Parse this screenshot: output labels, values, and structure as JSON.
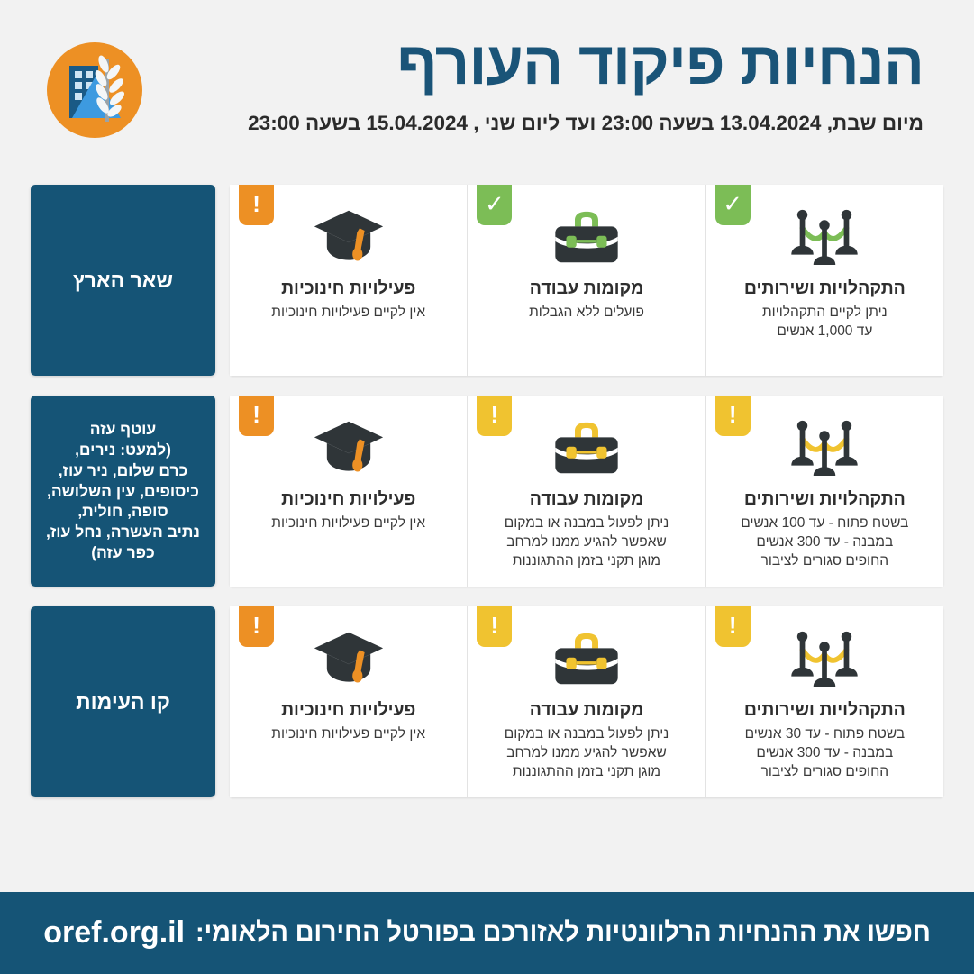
{
  "header": {
    "title": "הנחיות פיקוד העורף",
    "subtitle": "מיום שבת, 13.04.2024 בשעה 23:00 ועד ליום שני , 15.04.2024 בשעה 23:00",
    "logo_icon": "home-front-command-logo-icon"
  },
  "colors": {
    "brand_blue": "#155476",
    "title_blue": "#1a5478",
    "orange": "#ed9024",
    "yellow": "#f0c330",
    "green": "#7cbd56",
    "page_bg": "#f2f2f2",
    "card_bg": "#ffffff",
    "dark_icon": "#2f3538"
  },
  "rows": [
    {
      "region_label": "שאר הארץ",
      "region_size": "big",
      "cards": [
        {
          "icon": "people-stanchions-icon",
          "icon_accent": "#7cbd56",
          "title": "התקהלויות ושירותים",
          "desc": "ניתן לקיים התקהלויות\nעד 1,000 אנשים",
          "status": "allowed",
          "badge_glyph": "✓",
          "badge_color": "#7cbd56",
          "badge_name": "check-badge-icon"
        },
        {
          "icon": "briefcase-icon",
          "icon_accent": "#7cbd56",
          "title": "מקומות עבודה",
          "desc": "פועלים ללא הגבלות",
          "status": "allowed",
          "badge_glyph": "✓",
          "badge_color": "#7cbd56",
          "badge_name": "check-badge-icon"
        },
        {
          "icon": "graduation-cap-icon",
          "icon_accent": "#ed9024",
          "title": "פעילויות חינוכיות",
          "desc": "אין לקיים פעילויות חינוכיות",
          "status": "warning",
          "badge_glyph": "!",
          "badge_color": "#ed9024",
          "badge_name": "exclamation-badge-icon"
        }
      ]
    },
    {
      "region_label": "עוטף עזה\n(למעט: נירים,\nכרם שלום, ניר עוז,\nכיסופים, עין השלושה,\nסופה, חולית,\nנתיב העשרה, נחל עוז,\nכפר עזה)",
      "region_size": "small",
      "cards": [
        {
          "icon": "people-stanchions-icon",
          "icon_accent": "#f0c330",
          "title": "התקהלויות ושירותים",
          "desc": "בשטח פתוח - עד 100 אנשים\nבמבנה - עד 300 אנשים\nהחופים סגורים לציבור",
          "status": "limited",
          "badge_glyph": "!",
          "badge_color": "#f0c330",
          "badge_name": "exclamation-badge-icon"
        },
        {
          "icon": "briefcase-icon",
          "icon_accent": "#f0c330",
          "title": "מקומות עבודה",
          "desc": "ניתן לפעול במבנה או במקום\nשאפשר להגיע ממנו למרחב\nמוגן תקני בזמן ההתגוננות",
          "status": "limited",
          "badge_glyph": "!",
          "badge_color": "#f0c330",
          "badge_name": "exclamation-badge-icon"
        },
        {
          "icon": "graduation-cap-icon",
          "icon_accent": "#ed9024",
          "title": "פעילויות חינוכיות",
          "desc": "אין לקיים פעילויות חינוכיות",
          "status": "warning",
          "badge_glyph": "!",
          "badge_color": "#ed9024",
          "badge_name": "exclamation-badge-icon"
        }
      ]
    },
    {
      "region_label": "קו העימות",
      "region_size": "big",
      "cards": [
        {
          "icon": "people-stanchions-icon",
          "icon_accent": "#f0c330",
          "title": "התקהלויות ושירותים",
          "desc": "בשטח פתוח - עד 30 אנשים\nבמבנה - עד 300 אנשים\nהחופים סגורים לציבור",
          "status": "limited",
          "badge_glyph": "!",
          "badge_color": "#f0c330",
          "badge_name": "exclamation-badge-icon"
        },
        {
          "icon": "briefcase-icon",
          "icon_accent": "#f0c330",
          "title": "מקומות עבודה",
          "desc": "ניתן לפעול במבנה או במקום\nשאפשר להגיע ממנו למרחב\nמוגן תקני בזמן ההתגוננות",
          "status": "limited",
          "badge_glyph": "!",
          "badge_color": "#f0c330",
          "badge_name": "exclamation-badge-icon"
        },
        {
          "icon": "graduation-cap-icon",
          "icon_accent": "#ed9024",
          "title": "פעילויות חינוכיות",
          "desc": "אין לקיים פעילויות חינוכיות",
          "status": "warning",
          "badge_glyph": "!",
          "badge_color": "#ed9024",
          "badge_name": "exclamation-badge-icon"
        }
      ]
    }
  ],
  "footer": {
    "text": "חפשו את ההנחיות הרלוונטיות לאזורכם בפורטל החירום הלאומי:",
    "url": "oref.org.il"
  }
}
